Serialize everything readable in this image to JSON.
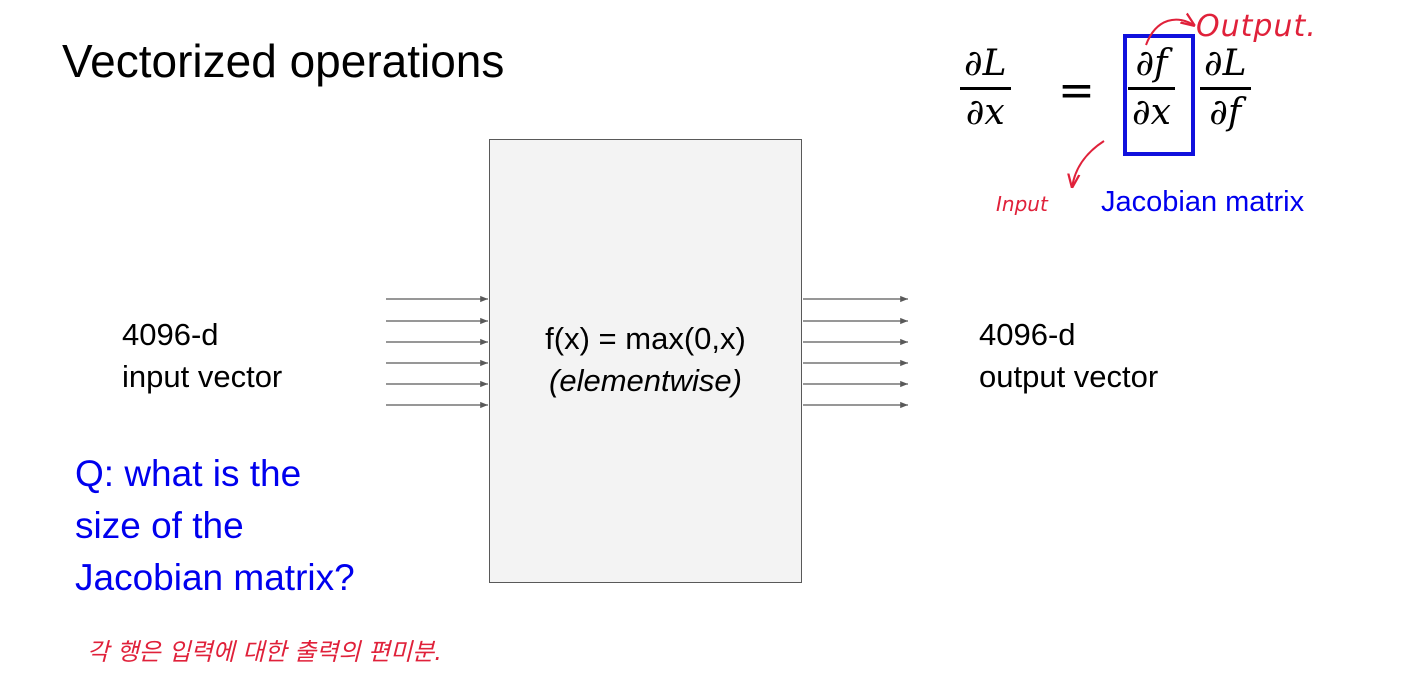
{
  "slide": {
    "title": "Vectorized operations",
    "function": {
      "expression": "f(x) = max(0,x)",
      "note": "(elementwise)"
    },
    "input": {
      "line1": "4096-d",
      "line2": "input vector"
    },
    "output": {
      "line1": "4096-d",
      "line2": "output vector"
    },
    "question": {
      "line1": "Q: what is the",
      "line2": "size of the",
      "line3": "Jacobian matrix?"
    },
    "formula": {
      "lhs_num": "∂L",
      "lhs_den": "∂x",
      "equals": "=",
      "mid_num": "∂f",
      "mid_den": "∂x",
      "rhs_num": "∂L",
      "rhs_den": "∂f"
    },
    "jacobian_label": "Jacobian matrix",
    "handwriting": {
      "output_note": "Output.",
      "input_note": "Input",
      "korean_note": "각 행은 입력에 대한 출력의 편미분."
    },
    "colors": {
      "accent_blue": "#0000ee",
      "box_blue": "#1111dd",
      "handwriting_red": "#e0213a",
      "box_fill": "#f3f3f3"
    }
  }
}
